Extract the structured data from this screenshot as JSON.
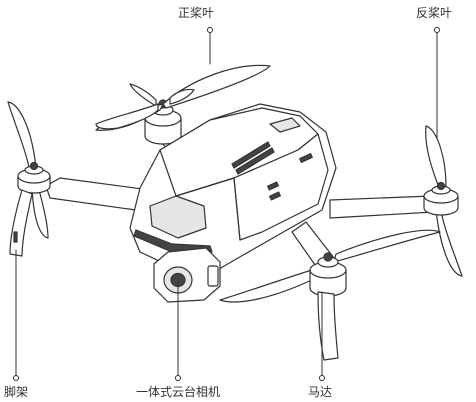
{
  "labels": {
    "forward_propeller": "正桨叶",
    "reverse_propeller": "反桨叶",
    "landing_gear": "脚架",
    "gimbal_camera": "一体式云台相机",
    "motor": "马达"
  },
  "colors": {
    "line": "#333333",
    "fill": "#ffffff",
    "shade": "#e6e6e6",
    "dark": "#444444"
  },
  "icons": {
    "leader_dot": "small-circle"
  }
}
